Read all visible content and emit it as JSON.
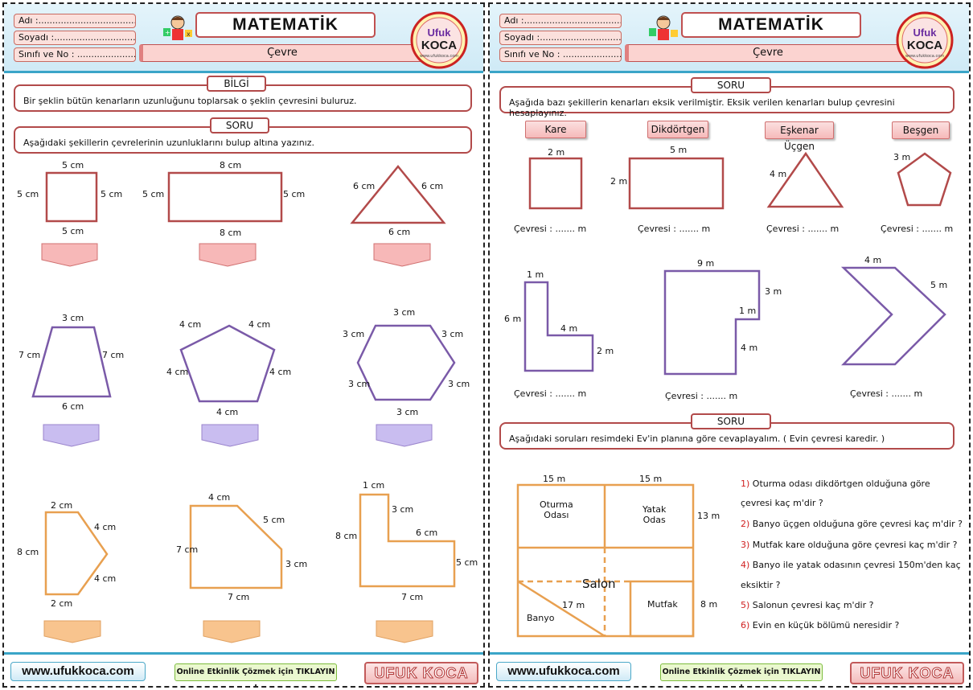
{
  "header": {
    "name_label": "Adı :.....................................",
    "surname_label": "Soyadı :.................................",
    "class_label": "Sınıfı ve No : .......................",
    "title": "MATEMATİK",
    "subject": "Çevre",
    "logo_top": "Ufuk",
    "logo_bottom": "KOCA",
    "logo_url": "www.ufukkoca.com"
  },
  "left": {
    "info_tag": "BİLGİ",
    "info_text": "Bir şeklin bütün kenarların uzunluğunu toplarsak o şeklin çevresini buluruz.",
    "question_tag": "SORU",
    "question_text": "Aşağıdaki şekillerin çevrelerinin uzunluklarını bulup altına yazınız.",
    "square": {
      "top": "5 cm",
      "left": "5 cm",
      "right": "5 cm",
      "bottom": "5 cm"
    },
    "rectangle": {
      "top": "8 cm",
      "left": "5 cm",
      "right": "5 cm",
      "bottom": "8 cm"
    },
    "triangle": {
      "left": "6 cm",
      "right": "6 cm",
      "bottom": "6 cm"
    },
    "trapezoid": {
      "top": "3 cm",
      "left": "7 cm",
      "right": "7 cm",
      "bottom": "6 cm"
    },
    "pentagon": {
      "top_left": "4 cm",
      "top_right": "4 cm",
      "left": "4 cm",
      "right": "4 cm",
      "bottom": "4 cm"
    },
    "hexagon": {
      "top": "3 cm",
      "top_left": "3 cm",
      "top_right": "3 cm",
      "bottom_left": "3 cm",
      "bottom_right": "3 cm",
      "bottom": "3 cm"
    },
    "arrow_pent": {
      "top": "2 cm",
      "upper_right": "4 cm",
      "left": "8 cm",
      "lower_right": "4 cm",
      "bottom": "2 cm"
    },
    "cut_rect": {
      "top": "4 cm",
      "diag": "5 cm",
      "left": "7 cm",
      "right": "3 cm",
      "bottom": "7 cm"
    },
    "l_shape": {
      "top": "1 cm",
      "inner_v": "3 cm",
      "inner_h": "6 cm",
      "left": "8 cm",
      "right": "5 cm",
      "bottom": "7 cm"
    }
  },
  "right": {
    "question_tag": "SORU",
    "question_text": "Aşağıda bazı şekillerin kenarları eksik verilmiştir. Eksik verilen kenarları bulup çevresini hesaplayınız.",
    "chips": [
      "Kare",
      "Dikdörtgen",
      "Eşkenar Üçgen",
      "Beşgen"
    ],
    "square_label": "2 m",
    "rect_top": "5 m",
    "rect_left": "2 m",
    "triangle_label": "4 m",
    "pentagon_label": "3 m",
    "perimeter_text": "Çevresi : ....... m",
    "l_shape": {
      "top": "1 m",
      "left": "6 m",
      "inner": "4 m",
      "right": "2 m"
    },
    "big_shape": {
      "top": "9 m",
      "right_top": "3 m",
      "notch": "1 m",
      "right_bottom": "4 m"
    },
    "chevron": {
      "top": "4 m",
      "right": "5 m"
    },
    "question2_tag": "SORU",
    "question2_text": "Aşağıdaki soruları resimdeki Ev'in planına göre cevaplayalım. ( Evin çevresi karedir. )",
    "plan": {
      "top_left": "15 m",
      "top_right": "15 m",
      "right_side": "13 m",
      "kitchen_side": "8 m",
      "bath_diag": "17 m",
      "living_room": "Oturma\nOdası",
      "bedroom": "Yatak\nOdas",
      "hall": "Salon",
      "kitchen": "Mutfak",
      "bathroom": "Banyo"
    },
    "questions": [
      {
        "num": "1)",
        "text": "Oturma odası dikdörtgen olduğuna göre"
      },
      {
        "num": "",
        "text": "çevresi kaç m'dir ?"
      },
      {
        "num": "2)",
        "text": "Banyo üçgen olduğuna göre çevresi kaç m'dir ?"
      },
      {
        "num": "3)",
        "text": "Mutfak kare olduğuna göre çevresi kaç m'dir ?"
      },
      {
        "num": "4)",
        "text": "Banyo ile yatak odasının çevresi 150m'den kaç"
      },
      {
        "num": "",
        "text": "eksiktir ?"
      },
      {
        "num": "5)",
        "text": "Salonun çevresi kaç m'dir ?"
      },
      {
        "num": "6)",
        "text": "Evin en küçük bölümü neresidir ?"
      }
    ]
  },
  "footer": {
    "website": "www.ufukkoca.com",
    "online": "Online Etkinlik Çözmek için TIKLAYIN !",
    "brand": "UFUK KOCA"
  },
  "colors": {
    "red": "#b24a4a",
    "purple": "#7a5aa8",
    "orange": "#e8a050",
    "blue": "#3aa5c8"
  }
}
